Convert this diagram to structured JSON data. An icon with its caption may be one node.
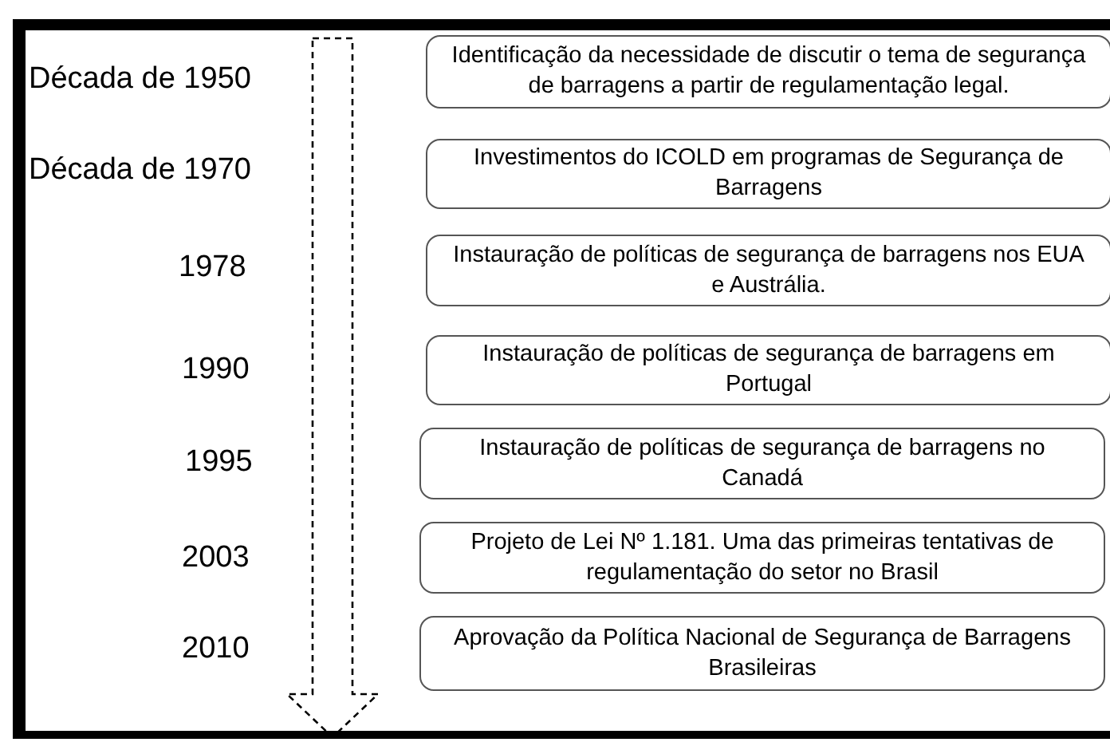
{
  "diagram": {
    "nodes": [
      {
        "text": [
          "Identificação da necessidade de discutir o tema de segurança de barragens a partir de regulamentação legal."
        ]
      },
      {
        "text": [
          "Investimentos do ICOLD em programas de Segurança de Barragens"
        ]
      },
      {
        "text": [
          "Instauração de políticas de segurança de barragens nos EUA e Austrália."
        ]
      },
      {
        "text": [
          "Instauração de políticas de segurança de barragens em Portugal"
        ]
      },
      {
        "text": [
          "Instauração de políticas de segurança de barragens no Canadá"
        ]
      },
      {
        "text": [
          "Projeto de Lei Nº 1.181. Uma das primeiras tentativas de regulamentação do setor no Brasil"
        ]
      },
      {
        "text": [
          "Aprovação da Política Nacional de Segurança de Barragens Brasileiras"
        ]
      }
    ],
    "labels": [
      "Década de 1950",
      "Década de 1970",
      "1978",
      "1990",
      "1995",
      "2003",
      "2010"
    ]
  }
}
